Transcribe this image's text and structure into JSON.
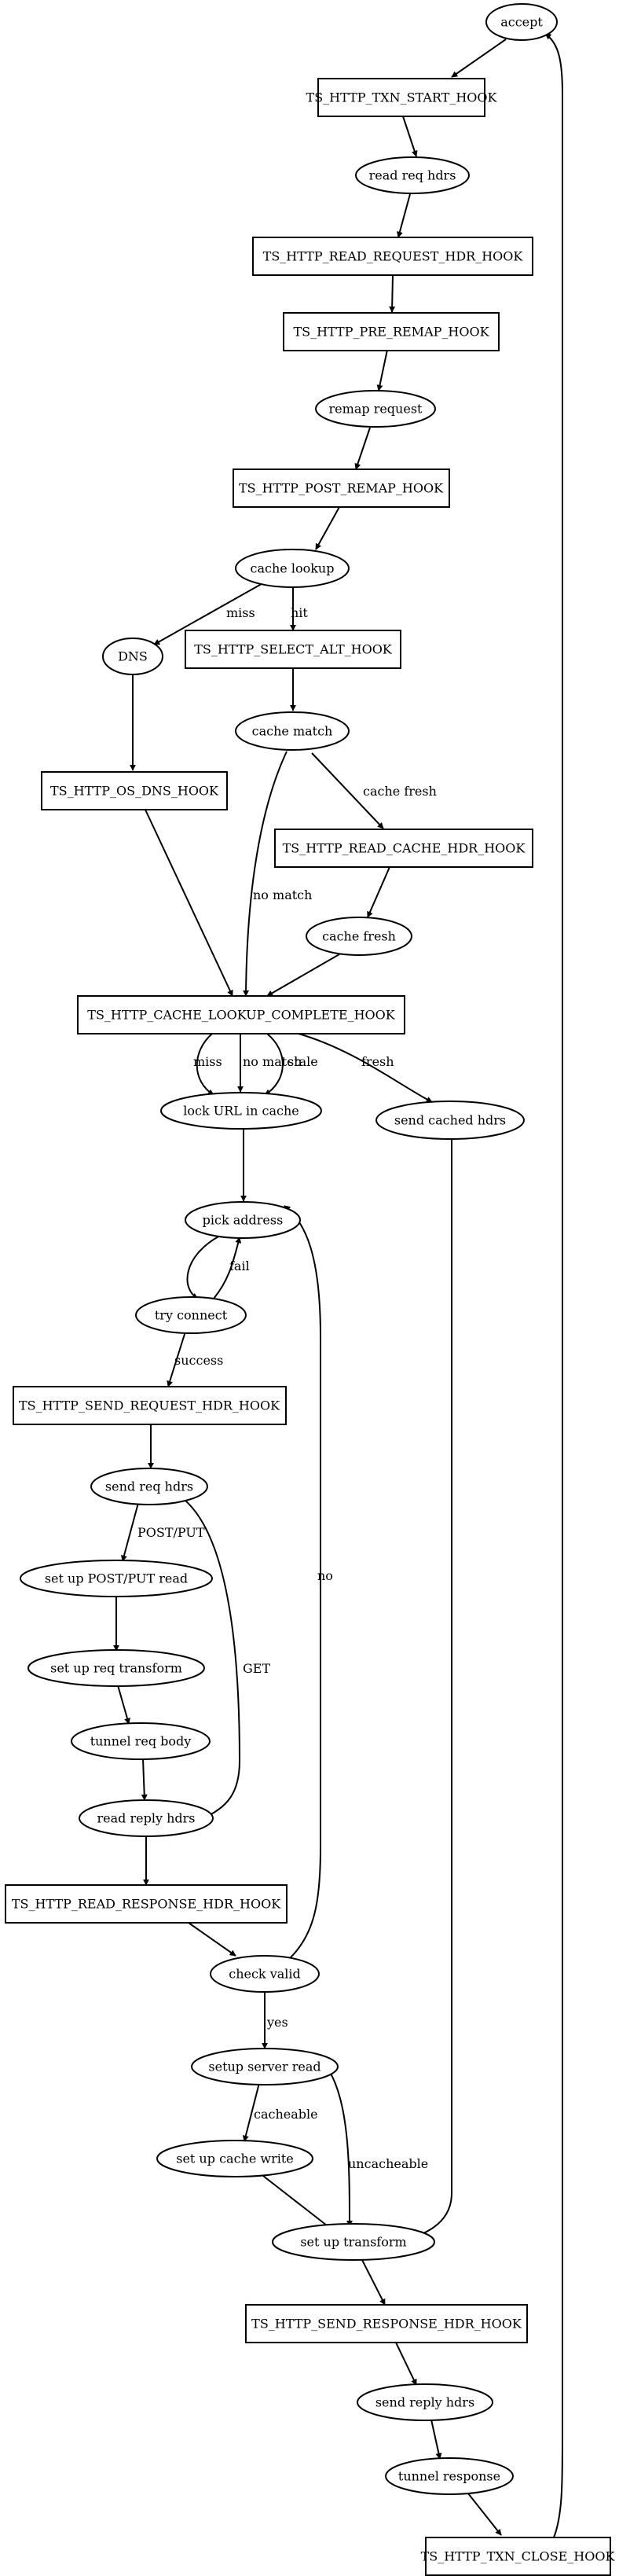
{
  "nodes": {
    "accept": "accept",
    "txn_start_hook": "TS_HTTP_TXN_START_HOOK",
    "read_req_hdrs": "read req hdrs",
    "read_request_hdr_hook": "TS_HTTP_READ_REQUEST_HDR_HOOK",
    "pre_remap_hook": "TS_HTTP_PRE_REMAP_HOOK",
    "remap_request": "remap request",
    "post_remap_hook": "TS_HTTP_POST_REMAP_HOOK",
    "cache_lookup": "cache lookup",
    "dns": "DNS",
    "select_alt_hook": "TS_HTTP_SELECT_ALT_HOOK",
    "cache_match": "cache match",
    "os_dns_hook": "TS_HTTP_OS_DNS_HOOK",
    "read_cache_hdr_hook": "TS_HTTP_READ_CACHE_HDR_HOOK",
    "cache_fresh": "cache fresh",
    "cache_lookup_complete_hook": "TS_HTTP_CACHE_LOOKUP_COMPLETE_HOOK",
    "lock_url": "lock URL in cache",
    "send_cached_hdrs": "send cached hdrs",
    "pick_address": "pick address",
    "try_connect": "try connect",
    "send_request_hdr_hook": "TS_HTTP_SEND_REQUEST_HDR_HOOK",
    "send_req_hdrs": "send req hdrs",
    "setup_post_put_read": "set up POST/PUT read",
    "setup_req_transform": "set up req transform",
    "tunnel_req_body": "tunnel req body",
    "read_reply_hdrs": "read reply hdrs",
    "read_response_hdr_hook": "TS_HTTP_READ_RESPONSE_HDR_HOOK",
    "check_valid": "check valid",
    "setup_server_read": "setup server read",
    "setup_cache_write": "set up cache write",
    "setup_transform": "set up transform",
    "send_response_hdr_hook": "TS_HTTP_SEND_RESPONSE_HDR_HOOK",
    "send_reply_hdrs": "send reply hdrs",
    "tunnel_response": "tunnel response",
    "txn_close_hook": "TS_HTTP_TXN_CLOSE_HOOK"
  },
  "edge_labels": {
    "miss_dns": "miss",
    "hit": "hit",
    "cache_fresh": "cache fresh",
    "no_match_match": "no match",
    "miss_lock": "miss",
    "no_match_lock": "no match",
    "stale": "stale",
    "fresh": "fresh",
    "fail": "fail",
    "success": "success",
    "post_put": "POST/PUT",
    "get": "GET",
    "no": "no",
    "yes": "yes",
    "cacheable": "cacheable",
    "uncacheable": "uncacheable"
  }
}
